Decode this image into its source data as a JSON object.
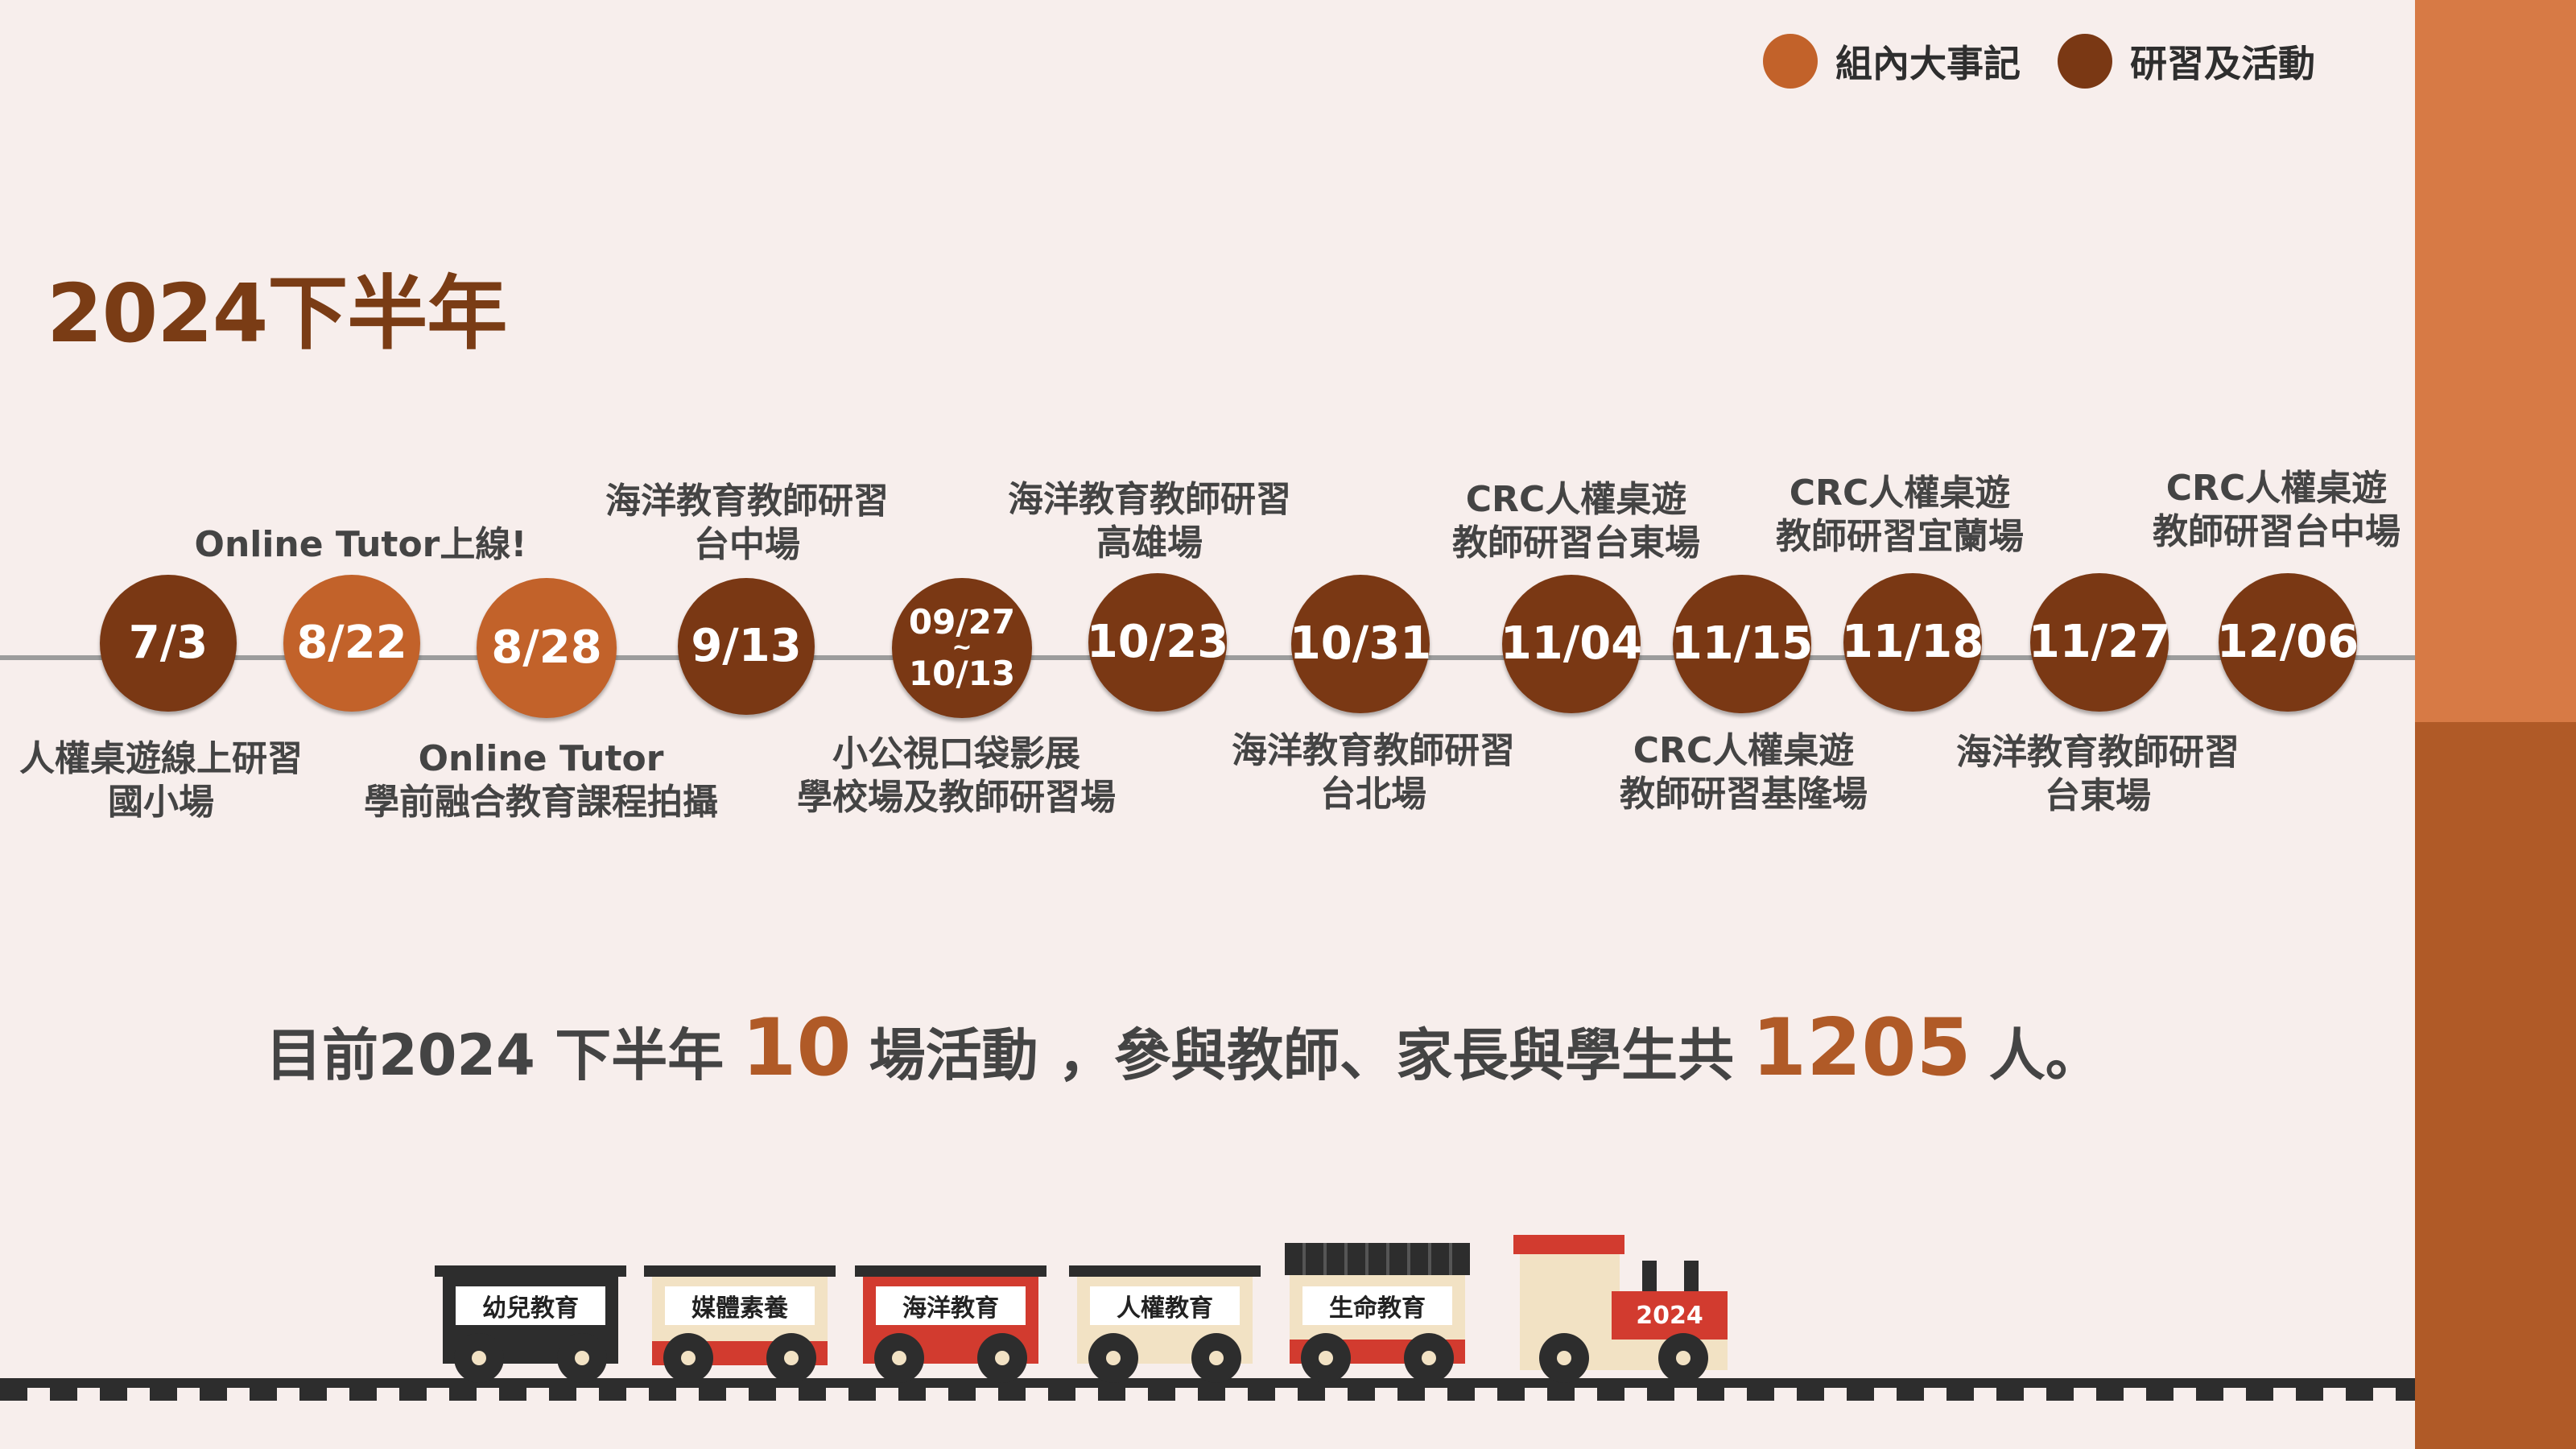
{
  "legend": [
    {
      "label": "組內大事記",
      "color": "#c2622a"
    },
    {
      "label": "研習及活動",
      "color": "#7a3814"
    }
  ],
  "title": "2024下半年",
  "events": [
    {
      "date": "7/3",
      "type": "activity",
      "label": [
        "人權桌遊線上研習",
        "國小場"
      ]
    },
    {
      "date": "8/22",
      "type": "milestone",
      "label": [
        "Online Tutor上線!"
      ]
    },
    {
      "date": "8/28",
      "type": "milestone",
      "label": [
        "Online Tutor",
        "學前融合教育課程拍攝"
      ]
    },
    {
      "date": "9/13",
      "type": "activity",
      "label": [
        "海洋教育教師研習",
        "台中場"
      ]
    },
    {
      "date": "09/27",
      "date_tilde": "~",
      "date_end": "10/13",
      "type": "activity",
      "label": [
        "小公視口袋影展",
        "學校場及教師研習場"
      ]
    },
    {
      "date": "10/23",
      "type": "activity",
      "label": [
        "海洋教育教師研習",
        "高雄場"
      ]
    },
    {
      "date": "10/31",
      "type": "activity",
      "label": [
        "海洋教育教師研習",
        "台北場"
      ]
    },
    {
      "date": "11/04",
      "type": "activity",
      "label": [
        "CRC人權桌遊",
        "教師研習台東場"
      ]
    },
    {
      "date": "11/15",
      "type": "activity",
      "label": [
        "CRC人權桌遊",
        "教師研習基隆場"
      ]
    },
    {
      "date": "11/18",
      "type": "activity",
      "label": [
        "CRC人權桌遊",
        "教師研習宜蘭場"
      ]
    },
    {
      "date": "11/27",
      "type": "activity",
      "label": [
        "海洋教育教師研習",
        "台東場"
      ]
    },
    {
      "date": "12/06",
      "type": "activity",
      "label": [
        "CRC人權桌遊",
        "教師研習台中場"
      ]
    }
  ],
  "summary": {
    "prefix": "目前2024 下半年",
    "activity_count": "10",
    "middle": "場活動 ，參與教師、家長與學生共",
    "participant_count": "1205",
    "suffix": "人。"
  },
  "train": {
    "cars": [
      "幼兒教育",
      "媒體素養",
      "海洋教育",
      "人權教育",
      "生命教育"
    ],
    "engine_label": "2024"
  },
  "colors": {
    "milestone": "#c2622a",
    "activity": "#7a3814",
    "accent": "#b05a27",
    "title": "#7a3c15"
  }
}
